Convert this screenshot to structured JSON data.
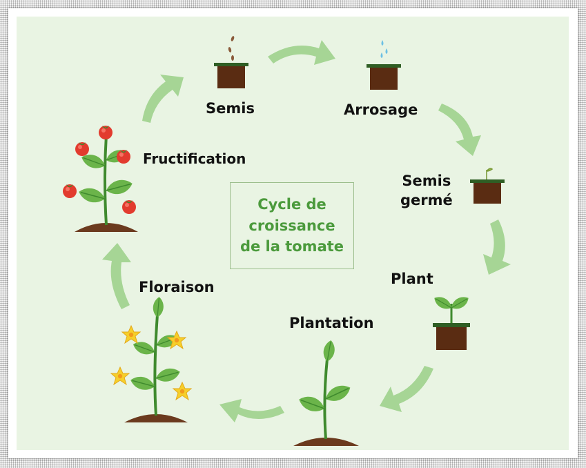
{
  "title": {
    "line1": "Cycle de",
    "line2": "croissance",
    "line3": "de la tomate"
  },
  "stages": {
    "semis": "Semis",
    "arrosage": "Arrosage",
    "semis_germe_line1": "Semis",
    "semis_germe_line2": "germé",
    "plant": "Plant",
    "plantation": "Plantation",
    "floraison": "Floraison",
    "fructification": "Fructification"
  },
  "colors": {
    "arrow": "#a6d595",
    "leaf": "#6bb44a",
    "leaf_dark": "#3f8a2e",
    "pot": "#5a2c12",
    "soil": "#6b3a1e",
    "tomato": "#e23b2e",
    "flower": "#f6cf2a",
    "water": "#6ec1e4",
    "title_text": "#4b9a3c"
  },
  "icons": [
    "seed-icon",
    "water-drops-icon",
    "sprout-icon",
    "pot-icon",
    "tomato-icon",
    "flower-icon",
    "cycle-arrow-icon"
  ]
}
